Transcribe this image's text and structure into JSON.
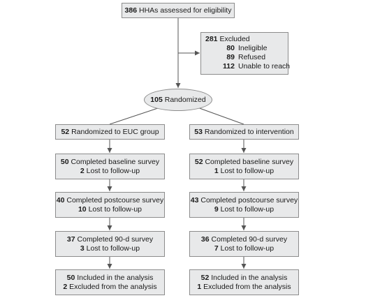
{
  "assessed": {
    "count": "386",
    "label": "HHAs assessed for eligibility"
  },
  "excluded": {
    "count": "281",
    "label": "Excluded",
    "reasons": [
      {
        "count": "80",
        "label": "Ineligible"
      },
      {
        "count": "89",
        "label": "Refused"
      },
      {
        "count": "112",
        "label": "Unable to reach"
      }
    ]
  },
  "randomized": {
    "count": "105",
    "label": "Randomized"
  },
  "arms": [
    {
      "allocation": {
        "count": "52",
        "label": "Randomized to EUC group"
      },
      "baseline": {
        "count": "50",
        "label": "Completed baseline survey",
        "lost_count": "2",
        "lost_label": "Lost to follow-up"
      },
      "postcourse": {
        "count": "40",
        "label": "Completed postcourse survey",
        "lost_count": "10",
        "lost_label": "Lost to follow-up"
      },
      "day90": {
        "count": "37",
        "label": "Completed 90-d survey",
        "lost_count": "3",
        "lost_label": "Lost to follow-up"
      },
      "analysis": {
        "count": "50",
        "label": "Included in the analysis",
        "excl_count": "2",
        "excl_label": "Excluded from the analysis"
      }
    },
    {
      "allocation": {
        "count": "53",
        "label": "Randomized to intervention"
      },
      "baseline": {
        "count": "52",
        "label": "Completed baseline survey",
        "lost_count": "1",
        "lost_label": "Lost to follow-up"
      },
      "postcourse": {
        "count": "43",
        "label": "Completed postcourse survey",
        "lost_count": "9",
        "lost_label": "Lost to follow-up"
      },
      "day90": {
        "count": "36",
        "label": "Completed 90-d survey",
        "lost_count": "7",
        "lost_label": "Lost to follow-up"
      },
      "analysis": {
        "count": "52",
        "label": "Included in the analysis",
        "excl_count": "1",
        "excl_label": "Excluded from the analysis"
      }
    }
  ]
}
